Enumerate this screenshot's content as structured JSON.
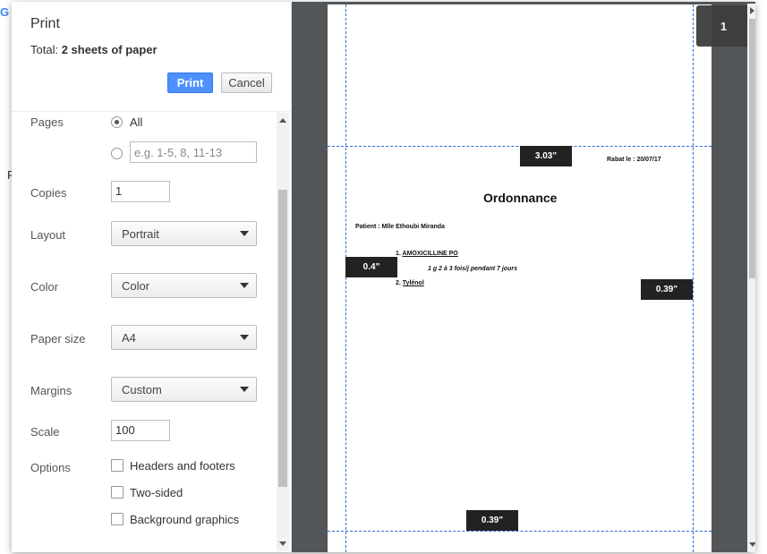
{
  "background": {
    "google_letter": "G",
    "partial_letter": "P"
  },
  "dialog": {
    "title": "Print",
    "total_prefix": "Total: ",
    "total_value": "2 sheets of paper",
    "print_label": "Print",
    "cancel_label": "Cancel"
  },
  "settings": {
    "pages": {
      "label": "Pages",
      "all_label": "All",
      "all_selected": true,
      "range_placeholder": "e.g. 1-5, 8, 11-13"
    },
    "copies": {
      "label": "Copies",
      "value": "1"
    },
    "layout": {
      "label": "Layout",
      "value": "Portrait"
    },
    "color": {
      "label": "Color",
      "value": "Color"
    },
    "paper_size": {
      "label": "Paper size",
      "value": "A4"
    },
    "margins": {
      "label": "Margins",
      "value": "Custom"
    },
    "scale": {
      "label": "Scale",
      "value": "100"
    },
    "options": {
      "label": "Options",
      "items": [
        {
          "label": "Headers and footers",
          "checked": false
        },
        {
          "label": "Two-sided",
          "checked": false
        },
        {
          "label": "Background graphics",
          "checked": false
        }
      ]
    }
  },
  "preview": {
    "page_number": "1",
    "margin_labels": {
      "top": "3.03\"",
      "left": "0.4\"",
      "right": "0.39\"",
      "bottom": "0.39\""
    },
    "document": {
      "date": "Rabat le : 20/07/17",
      "title": "Ordonnance",
      "patient": "Patient : Mlle Ethoubi Miranda",
      "med1_num": "1. ",
      "med1": "AMOXICILLINE PO",
      "dose": "1 g 2 à 3 fois/j pendant 7 jours",
      "med2_num": "2. ",
      "med2": "Tylénol"
    }
  },
  "colors": {
    "print_button": "#4d90fe",
    "preview_bg": "#525659",
    "guide_line": "#2a6bd6"
  }
}
